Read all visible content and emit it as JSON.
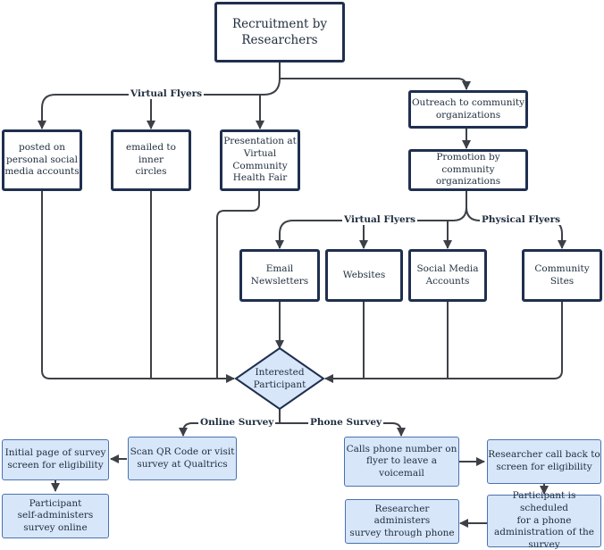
{
  "nodes": {
    "recruitment": "Recruitment by\nResearchers",
    "outreach": "Outreach to community\norganizations",
    "promotion": "Promotion by community\norganizations",
    "posted_social": "posted on\npersonal social\nmedia accounts",
    "emailed_inner": "emailed to inner\ncircles",
    "presentation": "Presentation at\nVirtual\nCommunity\nHealth Fair",
    "email_newsletters": "Email\nNewsletters",
    "websites": "Websites",
    "social_media": "Social Media\nAccounts",
    "community_sites": "Community Sites",
    "interested": "Interested\nParticipant",
    "scan_qr": "Scan QR Code or visit\nsurvey at Qualtrics",
    "initial_page": "Initial page of survey\nscreen for eligibility",
    "self_administers": "Participant\nself-administers\nsurvey online",
    "calls_phone": "Calls phone number on\nflyer to leave a\nvoicemail",
    "call_back": "Researcher call back to\nscreen for eligibility",
    "scheduled": "Participant is scheduled\nfor a phone\nadministration of the\nsurvey",
    "researcher_administers": "Researcher administers\nsurvey through phone"
  },
  "labels": {
    "virtual_flyers_top": "Virtual Flyers",
    "virtual_flyers_mid": "Virtual Flyers",
    "physical_flyers": "Physical Flyers",
    "online_survey": "Online Survey",
    "phone_survey": "Phone Survey"
  },
  "colors": {
    "dark_border": "#1f2f4f",
    "light_fill": "#d7e6f9",
    "light_border": "#4a72b0",
    "line": "#3d4147"
  }
}
